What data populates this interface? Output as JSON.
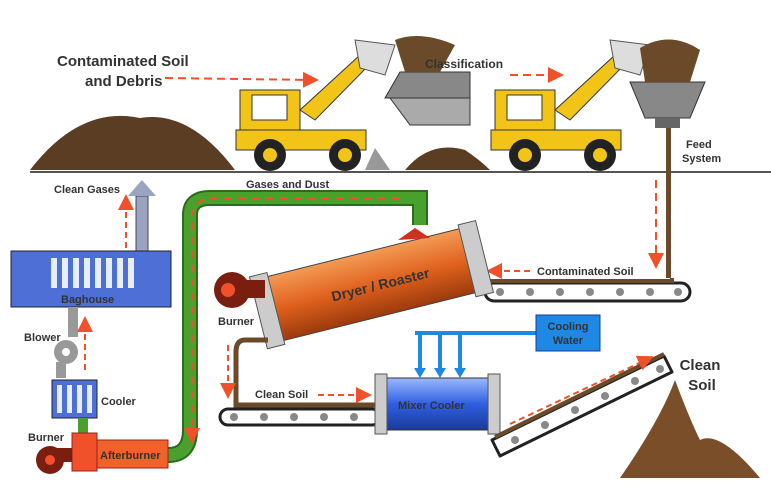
{
  "title_labels": {
    "contaminated_soil_debris_1": "Contaminated Soil",
    "contaminated_soil_debris_2": "and Debris",
    "classification": "Classification",
    "feed_system_1": "Feed",
    "feed_system_2": "System",
    "clean_gases": "Clean Gases",
    "gases_and_dust": "Gases and Dust",
    "contaminated_soil": "Contaminated Soil",
    "baghouse": "Baghouse",
    "blower": "Blower",
    "cooler": "Cooler",
    "burner_left": "Burner",
    "afterburner": "Afterburner",
    "dryer_roaster": "Dryer / Roaster",
    "burner_dryer": "Burner",
    "cooling_water_1": "Cooling",
    "cooling_water_2": "Water",
    "clean_soil_conveyor": "Clean Soil",
    "mixer_cooler": "Mixer Cooler",
    "clean_soil_1": "Clean",
    "clean_soil_2": "Soil"
  },
  "colors": {
    "soil": "#6b4a2a",
    "loader": "#f2c418",
    "equipment_blue": "#4d6fd6",
    "dryer": "#e0621e",
    "duct": "#4aa02c",
    "arrow": "#f0502a",
    "cooling_blue": "#1e88e5"
  }
}
